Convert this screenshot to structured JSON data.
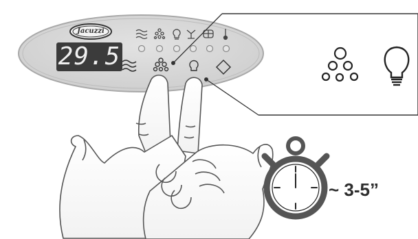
{
  "panel": {
    "brand": "Jacuzzi",
    "display_value": "29.5",
    "top_icons": [
      "waves-icon",
      "bubbles-small-icon",
      "bulb-icon",
      "jets-icon",
      "filter-icon",
      "thermometer-icon"
    ],
    "buttons": [
      "waves-button",
      "bubbles-button",
      "light-button",
      "diamond-button"
    ]
  },
  "callout": {
    "icons": [
      "bubbles-icon",
      "light-bulb-icon"
    ]
  },
  "timer": {
    "duration": "~ 3-5”"
  },
  "colors": {
    "panel": "#d4d4d4",
    "panel_border": "#a8a8a8",
    "lcd": "#3b3b3b",
    "line": "#333333",
    "stopwatch_ring": "#555555",
    "hand_fill": "#ffffff",
    "hand_stroke": "#555555"
  }
}
